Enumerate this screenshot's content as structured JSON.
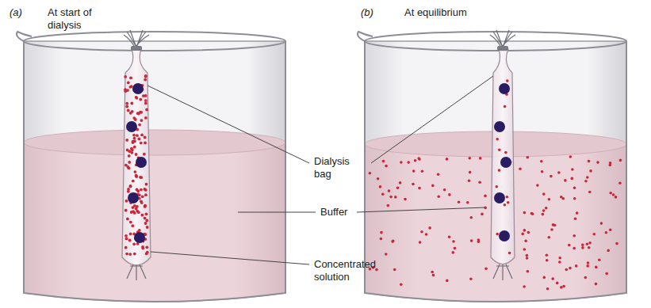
{
  "diagram": {
    "labels": [
      "(a)",
      "At start of dialysis",
      "(b)",
      "At equilibrium",
      "Dialysis bag",
      "Buffer",
      "Concentrated solution"
    ]
  }
}
